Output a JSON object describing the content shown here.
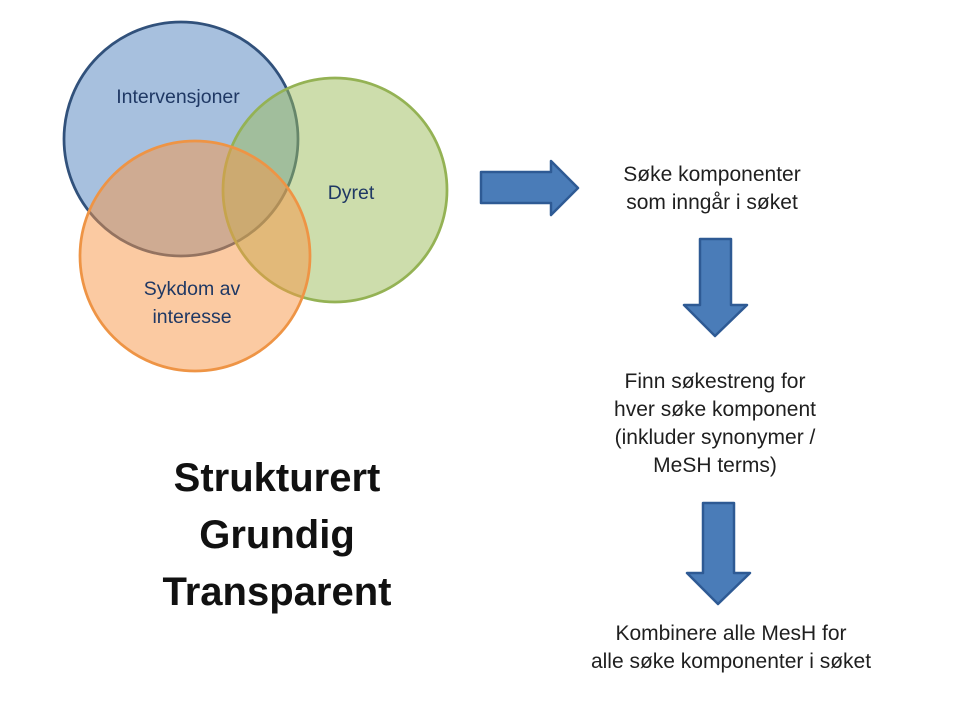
{
  "venn": {
    "labels": {
      "interventions": "Intervensjoner",
      "animal": "Dyret",
      "disease": "Sykdom av\ninteresse"
    }
  },
  "slogan": "Strukturert\nGrundig\nTransparent",
  "flow": {
    "step1": "Søke komponenter\nsom inngår i søket",
    "step2": "Finn søkestreng for\nhver søke komponent\n(inkluder synonymer /\nMeSH terms)",
    "step3": "Kombinere alle MesH for\nalle søke komponenter i søket"
  },
  "colors": {
    "circle_blue_fill": "#4F81BD",
    "circle_blue_stroke": "#31517B",
    "circle_green_fill": "#9BBB59",
    "circle_green_stroke": "#94B254",
    "circle_orange_fill": "#F79646",
    "circle_orange_stroke": "#EE9445",
    "arrow_fill": "#4A7CB8",
    "arrow_stroke": "#2E5A94",
    "venn_label_color": "#1F3864"
  }
}
